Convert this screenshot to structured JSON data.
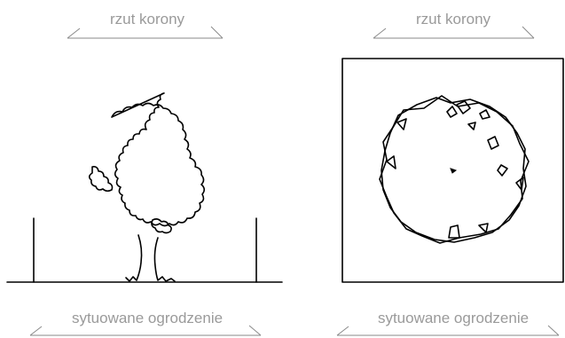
{
  "left_panel": {
    "top_label": "rzut korony",
    "bottom_label": "sytuowane ogrodzenie"
  },
  "right_panel": {
    "top_label": "rzut korony",
    "bottom_label": "sytuowane ogrodzenie"
  }
}
